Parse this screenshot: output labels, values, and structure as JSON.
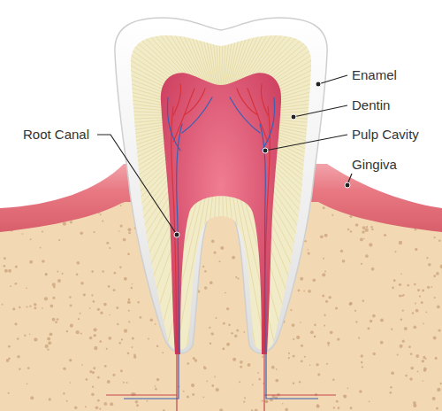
{
  "diagram": {
    "labels": [
      "Enamel",
      "Dentin",
      "Pulp Cavity",
      "Gingiva",
      "Root Canal"
    ]
  }
}
